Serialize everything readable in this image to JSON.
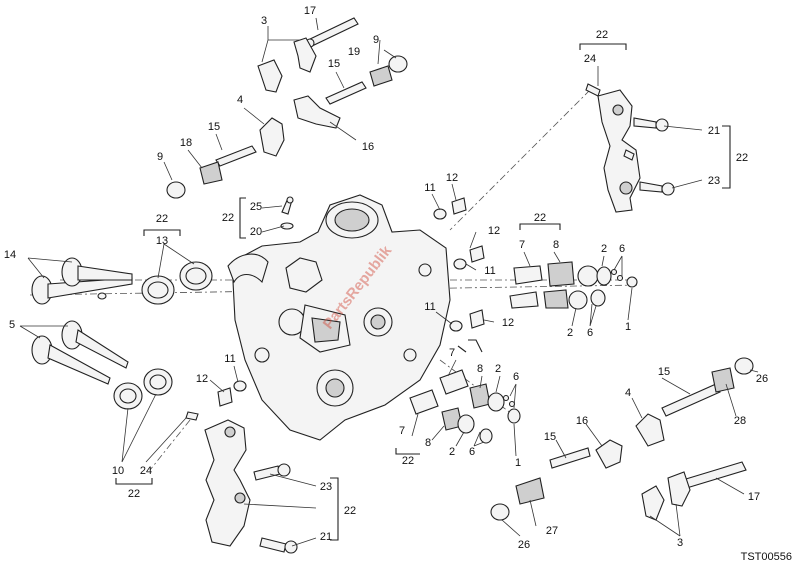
{
  "drawing_code": "TST00556",
  "watermark": "PartsRepublik",
  "callouts": [
    "1",
    "2",
    "3",
    "4",
    "5",
    "6",
    "7",
    "8",
    "9",
    "10",
    "11",
    "12",
    "13",
    "14",
    "15",
    "16",
    "17",
    "18",
    "19",
    "20",
    "21",
    "22",
    "23",
    "24",
    "25",
    "26",
    "27",
    "28"
  ]
}
